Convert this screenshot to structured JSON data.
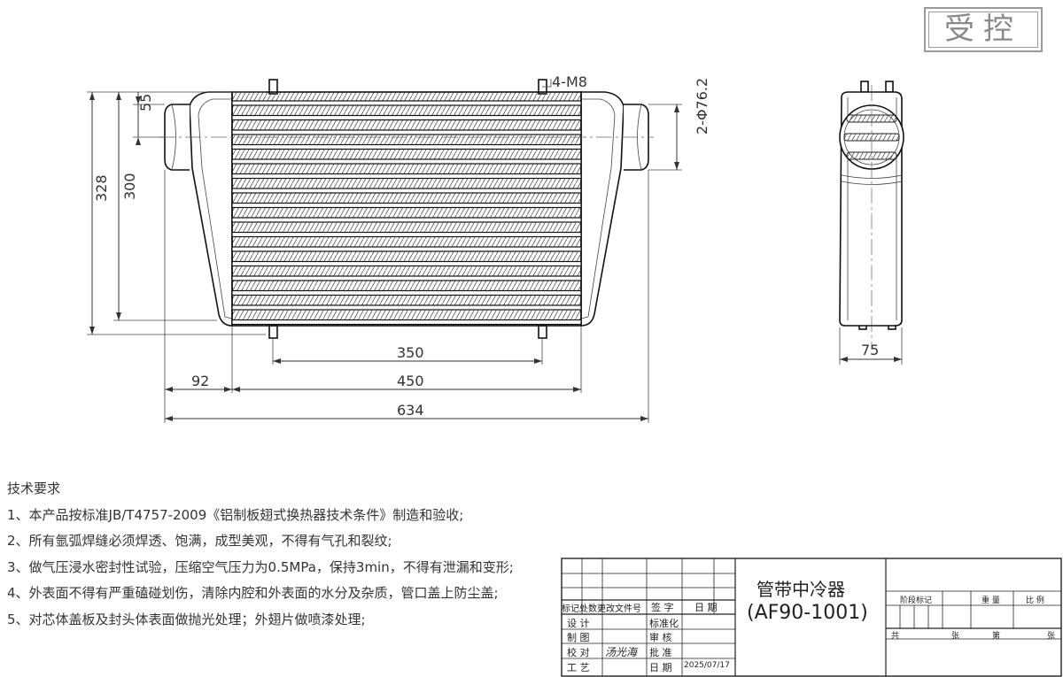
{
  "stamp": {
    "text": "受控"
  },
  "dimensions": {
    "d55": "55",
    "d328": "328",
    "d300": "300",
    "d350": "350",
    "d92": "92",
    "d450": "450",
    "d634": "634",
    "d75": "75",
    "holes": "4-M8",
    "inlet": "2-Φ76.2"
  },
  "notes": {
    "title": "技术要求",
    "items": [
      "1、本产品按标准JB/T4757-2009《铝制板翅式换热器技术条件》制造和验收;",
      "2、所有氩弧焊缝必须焊透、饱满，成型美观，不得有气孔和裂纹;",
      "3、做气压浸水密封性试验，压缩空气压力为0.5MPa，保持3min，不得有泄漏和变形;",
      "4、外表面不得有严重磕碰划伤，清除内腔和外表面的水分及杂质，管口盖上防尘盖;",
      "5、对芯体盖板及封头体表面做抛光处理；外翅片做喷漆处理;"
    ]
  },
  "title_block": {
    "name": "管带中冷器",
    "code": "(AF90-1001)",
    "rev_header": "标记处数更改文件号",
    "sign_header": "签 字",
    "date_header": "日 期",
    "rows": [
      {
        "label": "设 计",
        "value": "",
        "label2": "标准化",
        "value2": ""
      },
      {
        "label": "制 图",
        "value": "",
        "label2": "审 核",
        "value2": ""
      },
      {
        "label": "校 对",
        "value": "汤光海",
        "label2": "批 准",
        "value2": ""
      },
      {
        "label": "工 艺",
        "value": "",
        "label2": "日 期",
        "value2": "2025/07/17"
      }
    ],
    "stage_label": "阶段标记",
    "weight_label": "重 量",
    "scale_label": "比 例",
    "total_label": "共",
    "sheets_label": "张",
    "sheet_no_label": "第",
    "sheet_label": "张"
  }
}
